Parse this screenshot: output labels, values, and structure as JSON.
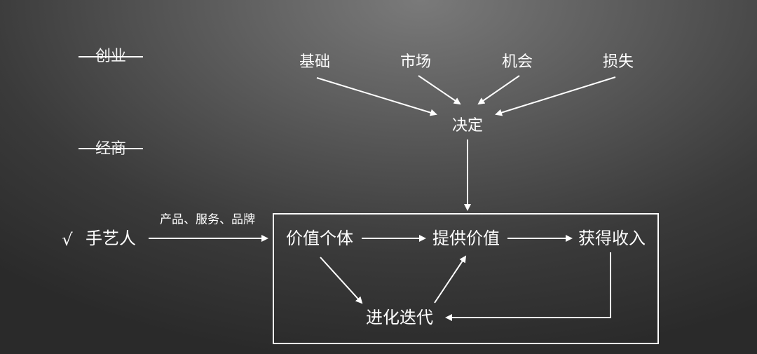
{
  "left": {
    "struck_1": "创业",
    "struck_2": "经商",
    "check_mark": "√",
    "chosen": "手艺人",
    "arrow_label": "产品、服务、品牌"
  },
  "factors": [
    "基础",
    "市场",
    "机会",
    "损失"
  ],
  "decision": "决定",
  "cycle": {
    "value_individual": "价值个体",
    "provide_value": "提供价值",
    "gain_income": "获得收入",
    "iterate": "进化迭代"
  },
  "colors": {
    "foreground": "#ffffff"
  }
}
